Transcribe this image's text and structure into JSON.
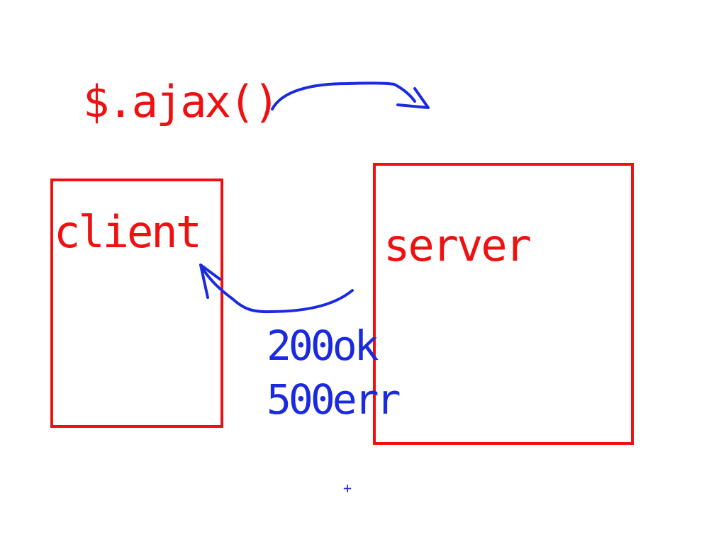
{
  "colors": {
    "red": "#ee1111",
    "blue": "#1a2ae0",
    "background": "#ffffff"
  },
  "labels": {
    "call": "$.ajax()",
    "client": "client",
    "server": "server",
    "status_ok": "200ok",
    "status_err": "500err"
  },
  "cursor_glyph": "+"
}
